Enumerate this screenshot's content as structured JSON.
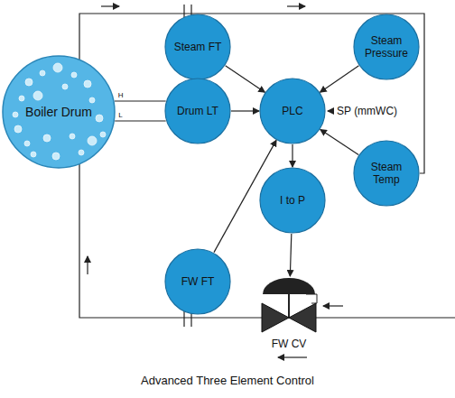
{
  "diagram": {
    "caption": "Advanced Three Element Control",
    "nodes": [
      {
        "text": [
          "Boiler Drum"
        ]
      },
      {
        "text": [
          "Steam FT"
        ]
      },
      {
        "text": [
          "Steam Pressure"
        ]
      },
      {
        "text": [
          "Drum LT"
        ]
      },
      {
        "text": [
          "PLC"
        ]
      },
      {
        "text": [
          "Steam Temp"
        ]
      },
      {
        "text": [
          "I to P"
        ]
      },
      {
        "text": [
          "FW FT"
        ]
      },
      {
        "text": [
          "FW CV"
        ]
      }
    ],
    "edges": [
      {
        "from": 1,
        "to": 4,
        "arrow": "to"
      },
      {
        "from": 2,
        "to": 4,
        "arrow": "to"
      },
      {
        "from": 3,
        "to": 4,
        "arrow": "to"
      },
      {
        "from": 5,
        "to": 4,
        "arrow": "to"
      },
      {
        "from": 7,
        "to": 4,
        "arrow": "to"
      },
      {
        "from": 4,
        "to": 6,
        "arrow": "to"
      },
      {
        "from": 6,
        "to": 8,
        "arrow": "to"
      },
      {
        "from": 0,
        "to": 3,
        "label": "H",
        "arrow": "none"
      },
      {
        "from": 0,
        "to": 3,
        "label": "L",
        "arrow": "none"
      }
    ],
    "labels": [
      "SP (mmWC)"
    ]
  }
}
